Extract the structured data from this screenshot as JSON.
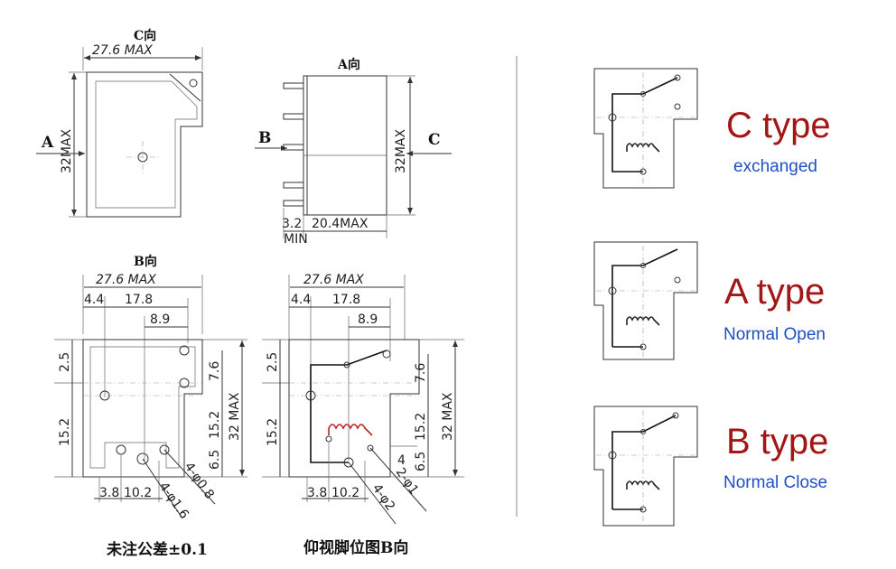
{
  "view_c": {
    "title": "C向",
    "width": "27.6 MAX",
    "height": "32MAX",
    "arrow_a": "A"
  },
  "view_a": {
    "title": "A向",
    "height": "32MAX",
    "arrow_b": "B",
    "arrow_c": "C",
    "pin_len": "3.2",
    "pin_min": "MIN",
    "depth": "20.4MAX"
  },
  "view_b": {
    "title": "B向",
    "width": "27.6  MAX",
    "d_4_4": "4.4",
    "d_17_8": "17.8",
    "d_8_9": "8.9",
    "d_2_5": "2.5",
    "d_7_6": "7.6",
    "d_15_2a": "15.2",
    "d_15_2b": "15.2",
    "d_32": "32 MAX",
    "d_6_5": "6.5",
    "d_3_8": "3.8",
    "d_10_2": "10.2",
    "d_hole_16": "4-φ1.6",
    "d_hole_08": "4-φ0.8"
  },
  "view_bottom": {
    "width": "27.6  MAX",
    "d_4_4": "4.4",
    "d_17_8": "17.8",
    "d_8_9": "8.9",
    "d_2_5": "2.5",
    "d_7_6": "7.6",
    "d_15_2a": "15.2",
    "d_15_2b": "15.2",
    "d_32": "32 MAX",
    "d_6_5": "6.5",
    "d_4": "4",
    "d_3_8": "3.8",
    "d_10_2": "10.2",
    "d_pin_2": "4-φ2",
    "d_pin_1": "2-φ1"
  },
  "captions": {
    "tolerance": "未注公差±0.1",
    "bottom_view": "仰视脚位图B向"
  },
  "types": [
    {
      "title": "C type",
      "subtitle": "exchanged"
    },
    {
      "title": "A type",
      "subtitle": "Normal Open"
    },
    {
      "title": "B type",
      "subtitle": "Normal Close"
    }
  ],
  "colors": {
    "type_title": "#a31616",
    "type_subtitle": "#1f4fc4"
  }
}
